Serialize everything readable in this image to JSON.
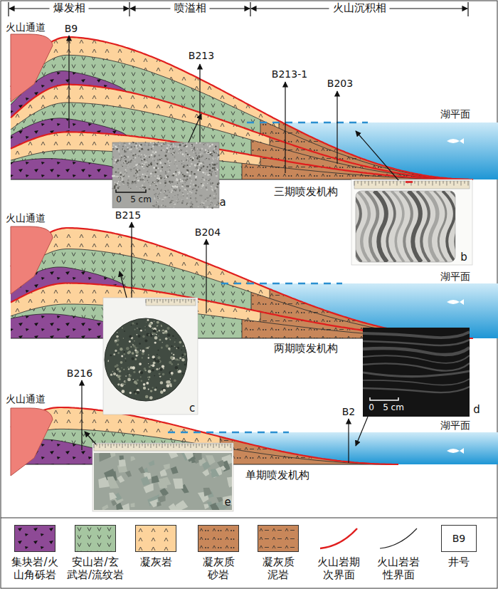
{
  "diagram": {
    "labels": [
      "爆发相",
      "喷溢相",
      "火山沉积相",
      "火山通道",
      "B9",
      "B213",
      "B213-1",
      "B203",
      "湖平面",
      "0",
      "5 cm",
      "a",
      "三期喷发机构",
      "b",
      "火山通道",
      "B215",
      "B204",
      "湖平面",
      "两期喷发机构",
      "c",
      "d",
      "0",
      "5 cm",
      "火山通道",
      "B216",
      "B2",
      "湖平面",
      "单期喷发机构",
      "e",
      "B9"
    ],
    "legend": [
      {
        "text": "集块岩/火 山角砾岩",
        "color": "#8e4a96"
      },
      {
        "text": "安山岩/玄 武岩/流纹岩",
        "color": "#a6c6a1"
      },
      {
        "text": "凝灰岩",
        "color": "#fdd39c"
      },
      {
        "text": "凝灰质 砂岩",
        "color": "#c8875a"
      },
      {
        "text": "凝灰质 泥岩",
        "color": "#c8875a"
      },
      {
        "text": "火山岩期 次界面"
      },
      {
        "text": "火山岩岩 性界面"
      },
      {
        "text": "井号"
      }
    ]
  }
}
